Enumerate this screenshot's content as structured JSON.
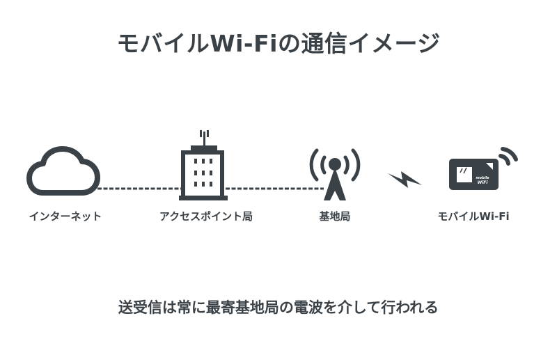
{
  "title": "モバイルWi-Fiの通信イメージ",
  "caption": "送受信は常に最寄基地局の電波を介して行われる",
  "nodes": [
    {
      "id": "internet",
      "label": "インターネット",
      "icon": "cloud-icon"
    },
    {
      "id": "access-point",
      "label": "アクセスポイント局",
      "icon": "building-icon"
    },
    {
      "id": "base-station",
      "label": "基地局",
      "icon": "antenna-tower-icon"
    },
    {
      "id": "mobile-wifi",
      "label": "モバイルWi-Fi",
      "icon": "mobile-wifi-router-icon"
    }
  ],
  "connections": [
    {
      "from": "internet",
      "to": "access-point",
      "style": "dashed"
    },
    {
      "from": "access-point",
      "to": "base-station",
      "style": "dashed"
    },
    {
      "from": "base-station",
      "to": "mobile-wifi",
      "style": "wireless-lightning"
    }
  ],
  "device_text": {
    "line1": "mobile",
    "line2": "WiFi"
  },
  "colors": {
    "primary": "#3a4248",
    "background": "#ffffff"
  }
}
